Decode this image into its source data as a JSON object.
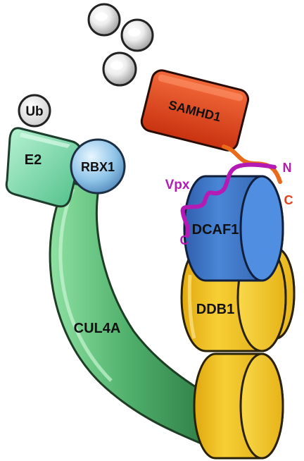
{
  "labels": {
    "ub": "Ub",
    "e2": "E2",
    "rbx1": "RBX1",
    "cul4a": "CUL4A",
    "samhd1": "SAMHD1",
    "dcaf1": "DCAF1",
    "ddb1": "DDB1",
    "vpx": "Vpx",
    "vpx_n_terminus": "N",
    "vpx_c_terminus": "C",
    "samhd1_c_terminus": "C"
  },
  "colors": {
    "ubiquitin": "#f0f0f0",
    "e2": "#72d6a4",
    "rbx1": "#8fc4e8",
    "cul4a": "#4fb06b",
    "samhd1": "#e2421a",
    "dcaf1": "#3f77c9",
    "ddb1": "#f2c21b",
    "vpx": "#b41ab4",
    "samhd1_tail": "#e86a1a"
  },
  "icons": {
    "dntp_molecules": "sphere-icon"
  }
}
